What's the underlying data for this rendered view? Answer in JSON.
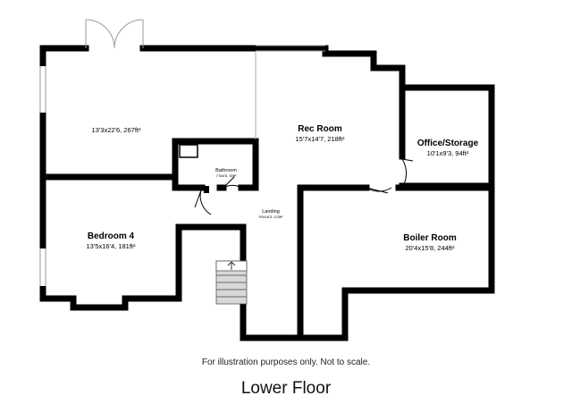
{
  "rooms": {
    "main_room": {
      "name": "",
      "dims": "13'3x22'6, 267ft²"
    },
    "rec_room": {
      "name": "Rec Room",
      "dims": "15'7x14'7, 218ft²"
    },
    "office": {
      "name": "Office/Storage",
      "dims": "10'1x9'3, 94ft²"
    },
    "bathroom": {
      "name": "Bathroom",
      "dims": "7'3x4'5, 35ft²"
    },
    "landing": {
      "name": "Landing",
      "dims": "9'5x16'3, 123ft²"
    },
    "bedroom4": {
      "name": "Bedroom 4",
      "dims": "13'5x16'4, 181ft²"
    },
    "boiler_room": {
      "name": "Boiler Room",
      "dims": "20'4x15'8, 244ft²"
    }
  },
  "footer": {
    "disclaimer": "For illustration purposes only. Not to scale.",
    "floor_title": "Lower Floor"
  },
  "colors": {
    "walls": "#000000",
    "stairs": "#d8d8d8",
    "background": "#ffffff"
  }
}
